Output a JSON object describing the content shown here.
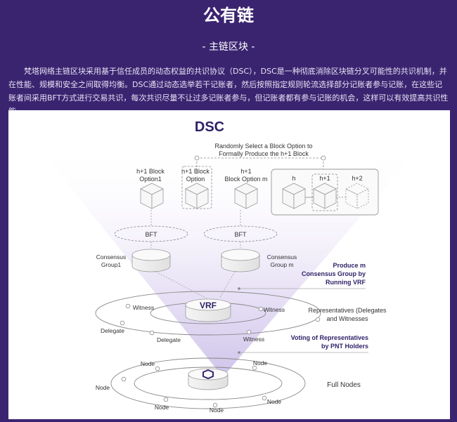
{
  "page": {
    "title": "公有链",
    "section_title": "- 主链区块 -",
    "intro": "梵塔网络主链区块采用基于信任成员的动态权益的共识协议（DSC），DSC是一种彻底消除区块链分叉可能性的共识机制，并在性能、规模和安全之间取得均衡。DSC通过动态选举若干记账者，然后按照指定规则轮流选择部分记账者参与记账，在这些记账者间采用BFT方式进行交易共识，每次共识尽量不让过多记账者参与，但记账者都有参与记账的机会，这样可以有效提高共识性能。"
  },
  "diagram": {
    "title": "DSC",
    "select_label_1": "Randomly Select a Block Option to",
    "select_label_2": "Formally Produce the h+1 Block",
    "opt1_l1": "h+1 Block",
    "opt1_l2": "Option1",
    "opt2_l1": "h+1 Block",
    "opt2_l2": "Option",
    "optm_l1": "h+1",
    "optm_l2": "Block Option m",
    "chain_h": "h",
    "chain_h1": "h+1",
    "chain_h2": "h+2",
    "bft_1": "BFT",
    "bft_2": "BFT",
    "group1_l1": "Consensus",
    "group1_l2": "Group1",
    "groupm_l1": "Consensus",
    "groupm_l2": "Group m",
    "produce_l1": "Produce m",
    "produce_l2": "Consensus Group by",
    "produce_l3": "Running VRF",
    "vrf": "VRF",
    "witness_1": "Witness",
    "witness_2": "Witness",
    "witness_3": "Witness",
    "delegate_1": "Delegate",
    "delegate_2": "Delegate",
    "reps_l1": "Representatives (Delegates",
    "reps_l2": "and Witnesses",
    "voting_l1": "Voting of Representatives",
    "voting_l2": "by PNT Holders",
    "node_1": "Node",
    "node_2": "Node",
    "node_3": "Node",
    "node_4": "Node",
    "node_5": "Node",
    "node_6": "Node",
    "full_nodes": "Full Nodes"
  },
  "colors": {
    "page_bg": "#3a2470",
    "accent_text": "#2e1f66",
    "stroke": "#888888",
    "cone": "#d9d1ef"
  }
}
